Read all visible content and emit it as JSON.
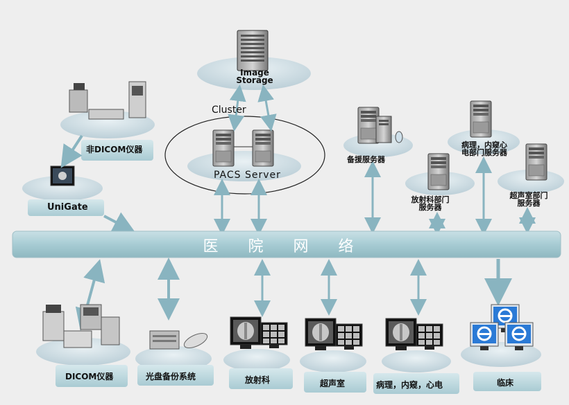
{
  "network": {
    "label": "医 院 网 络"
  },
  "storage": {
    "label": "Image\nStorage"
  },
  "cluster": {
    "label": "Cluster",
    "server_label": "PACS Server"
  },
  "left_nodes": {
    "non_dicom": "非DICOM仪器",
    "unigate": "UniGate"
  },
  "right_nodes": {
    "backup": "备援服务器",
    "radiology_server": "放射科部门\n服务器",
    "pathology_server": "病理，内窥心\n电部门服务器",
    "ultrasound_server": "超声室部门\n服务器"
  },
  "bottom_nodes": {
    "dicom": "DICOM仪器",
    "optical": "光盘备份系统",
    "radiology": "放射科",
    "ultrasound": "超声室",
    "pathology": "病理，内窥，心电",
    "clinical": "临床"
  },
  "colors": {
    "network_bar": "#a9cdd4",
    "platform": "#c3d3db",
    "label_box": "#bcd8de",
    "arrow": "#89b4c0",
    "server": "#7b7b7b",
    "ie_blue": "#1f6fd0"
  }
}
